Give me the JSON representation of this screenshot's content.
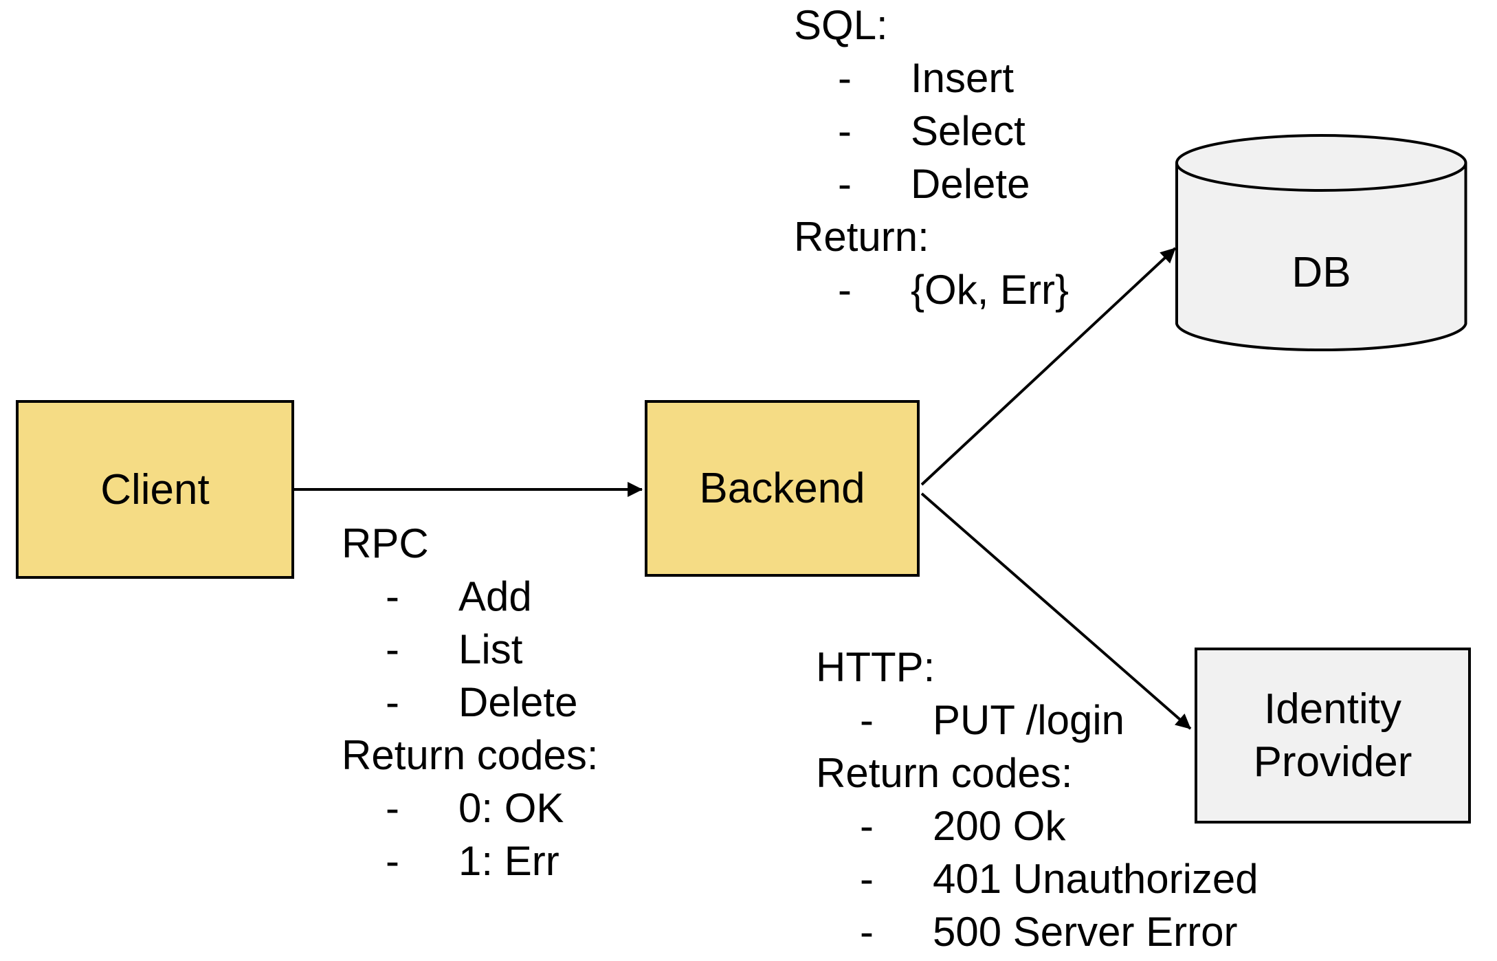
{
  "nodes": {
    "client": {
      "label": "Client"
    },
    "backend": {
      "label": "Backend"
    },
    "db": {
      "label": "DB"
    },
    "idp": {
      "label": "Identity Provider"
    }
  },
  "annotations": {
    "rpc": {
      "title": "RPC",
      "bullet": "-",
      "items": [
        "Add",
        "List",
        "Delete"
      ],
      "subtitle": "Return codes:",
      "sub_items": [
        "0: OK",
        "1: Err"
      ]
    },
    "sql": {
      "title": "SQL:",
      "bullet": "-",
      "items": [
        "Insert",
        "Select",
        "Delete"
      ],
      "subtitle": "Return:",
      "sub_items": [
        "{Ok, Err}"
      ]
    },
    "http": {
      "title": "HTTP:",
      "bullet": "-",
      "items": [
        "PUT /login"
      ],
      "subtitle": "Return codes:",
      "sub_items": [
        "200 Ok",
        "401 Unauthorized",
        "500 Server Error"
      ]
    }
  },
  "edges": {
    "client_backend": "Client to Backend (RPC)",
    "backend_db": "Backend to DB (SQL)",
    "backend_idp": "Backend to Identity Provider (HTTP)"
  },
  "colors": {
    "node_yellow": "#F5DC85",
    "node_gray": "#F1F1F1",
    "stroke": "#000000",
    "background": "#FFFFFF"
  }
}
